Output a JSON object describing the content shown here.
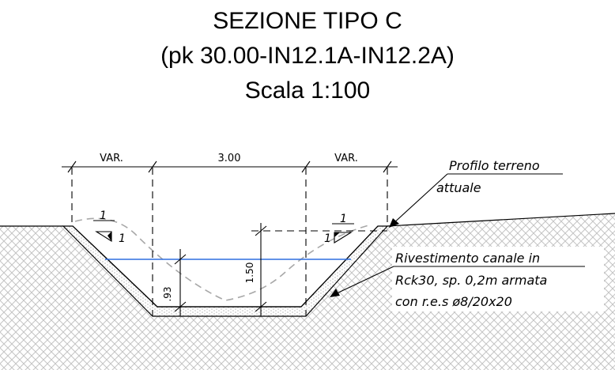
{
  "title": {
    "line1": "SEZIONE TIPO C",
    "line2": "(pk 30.00-IN12.1A-IN12.2A)",
    "line3": "Scala 1:100"
  },
  "dimensions": {
    "left": "VAR.",
    "center": "3.00",
    "right": "VAR.",
    "water_depth": ".93",
    "channel_depth": "1.50"
  },
  "slope": {
    "left_top": "1",
    "left_side": "1",
    "right_top": "1",
    "right_side": "1"
  },
  "labels": {
    "terrain_line1": "Profilo  terreno",
    "terrain_line2": "attuale",
    "lining_line1": "Rivestimento  canale  in",
    "lining_line2": "Rck30,  sp.  0,2m  armata",
    "lining_line3": "con  r.e.s  ø8/20x20"
  },
  "colors": {
    "water": "#2f6fe0",
    "dashed_profile": "#a8a8a8",
    "hatch": "#bdbdbd",
    "line": "#000000"
  }
}
